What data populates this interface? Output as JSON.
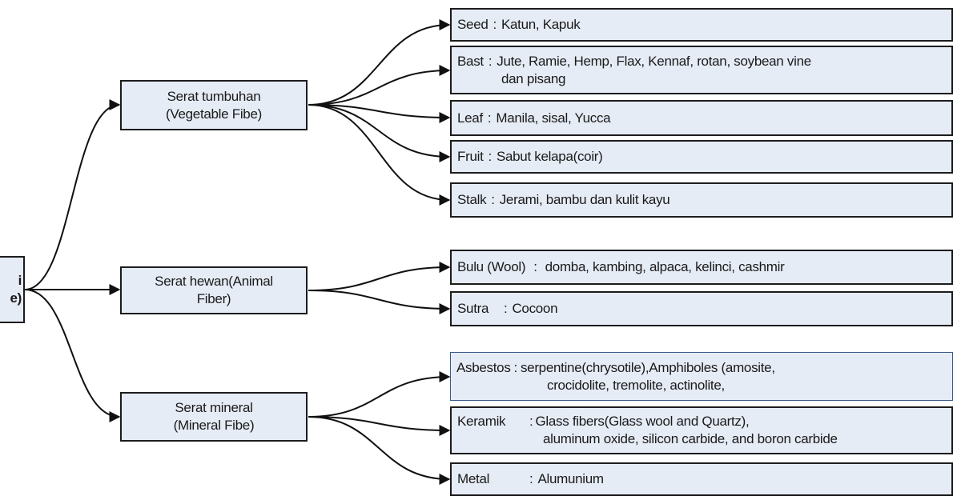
{
  "root": {
    "lines": [
      "i",
      "e)"
    ]
  },
  "categories": [
    {
      "id": "vegetable",
      "lines": [
        "Serat tumbuhan",
        "(Vegetable  Fibe)"
      ],
      "children": [
        {
          "label": "Seed",
          "text": "Katun, Kapuk",
          "cont": ""
        },
        {
          "label": "Bast",
          "text": "Jute, Ramie, Hemp, Flax, Kennaf, rotan, soybean vine",
          "cont": "dan pisang"
        },
        {
          "label": "Leaf",
          "text": "Manila, sisal, Yucca",
          "cont": ""
        },
        {
          "label": "Fruit",
          "text": "Sabut kelapa(coir)",
          "cont": ""
        },
        {
          "label": "Stalk",
          "text": "Jerami, bambu dan kulit kayu",
          "cont": ""
        }
      ]
    },
    {
      "id": "animal",
      "lines": [
        "Serat hewan(Animal",
        "Fiber)"
      ],
      "children": [
        {
          "label": "Bulu (Wool)",
          "text": "domba, kambing, alpaca, kelinci, cashmir",
          "cont": ""
        },
        {
          "label": "Sutra",
          "text": "Cocoon",
          "cont": ""
        }
      ]
    },
    {
      "id": "mineral",
      "lines": [
        "Serat mineral",
        "(Mineral Fibe)"
      ],
      "children": [
        {
          "label": "Asbestos",
          "text": "serpentine(chrysotile),Amphiboles (amosite,",
          "cont": "crocidolite, tremolite, actinolite,"
        },
        {
          "label": "Keramik",
          "text": "Glass fibers(Glass wool and Quartz),",
          "cont": "aluminum oxide, silicon carbide, and boron carbide"
        },
        {
          "label": "Metal",
          "text": "Alumunium",
          "cont": ""
        }
      ]
    }
  ],
  "colors": {
    "box_fill": "#e6ecf6",
    "box_border": "#1c1c1c",
    "highlight_border": "#3a5a8c",
    "edge": "#111111"
  }
}
